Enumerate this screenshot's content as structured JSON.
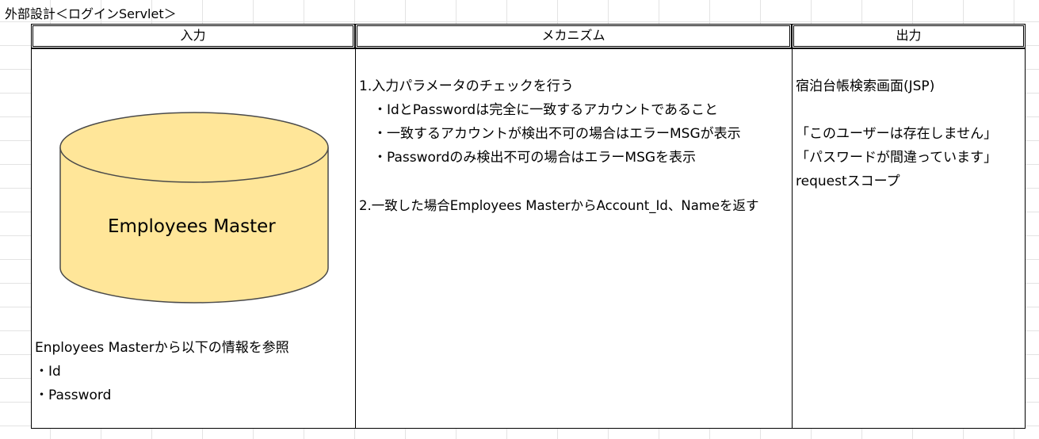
{
  "sheet": {
    "title": "外部設計＜ログインServlet＞"
  },
  "columns": {
    "input": "入力",
    "mechanism": "メカニズム",
    "output": "出力"
  },
  "input": {
    "database_label": "Employees Master",
    "database_fill": "#ffe699",
    "database_stroke": "#4a4a4a",
    "reference_note": "Enployees Masterから以下の情報を参照",
    "fields": [
      "・Id",
      "・Password"
    ]
  },
  "mechanism": {
    "step1": "1.入力パラメータのチェックを行う",
    "step1_items": [
      "・IdとPasswordは完全に一致するアカウントであること",
      "・一致するアカウントが検出不可の場合はエラーMSGが表示",
      "・Passwordのみ検出不可の場合はエラーMSGを表示"
    ],
    "step2": "2.一致した場合Employees MasterからAccount_Id、Nameを返す"
  },
  "output": {
    "screen": "宿泊台帳検索画面(JSP)",
    "messages": [
      "「このユーザーは存在しません」",
      "「パスワードが間違っています」"
    ],
    "scope": "requestスコープ"
  }
}
